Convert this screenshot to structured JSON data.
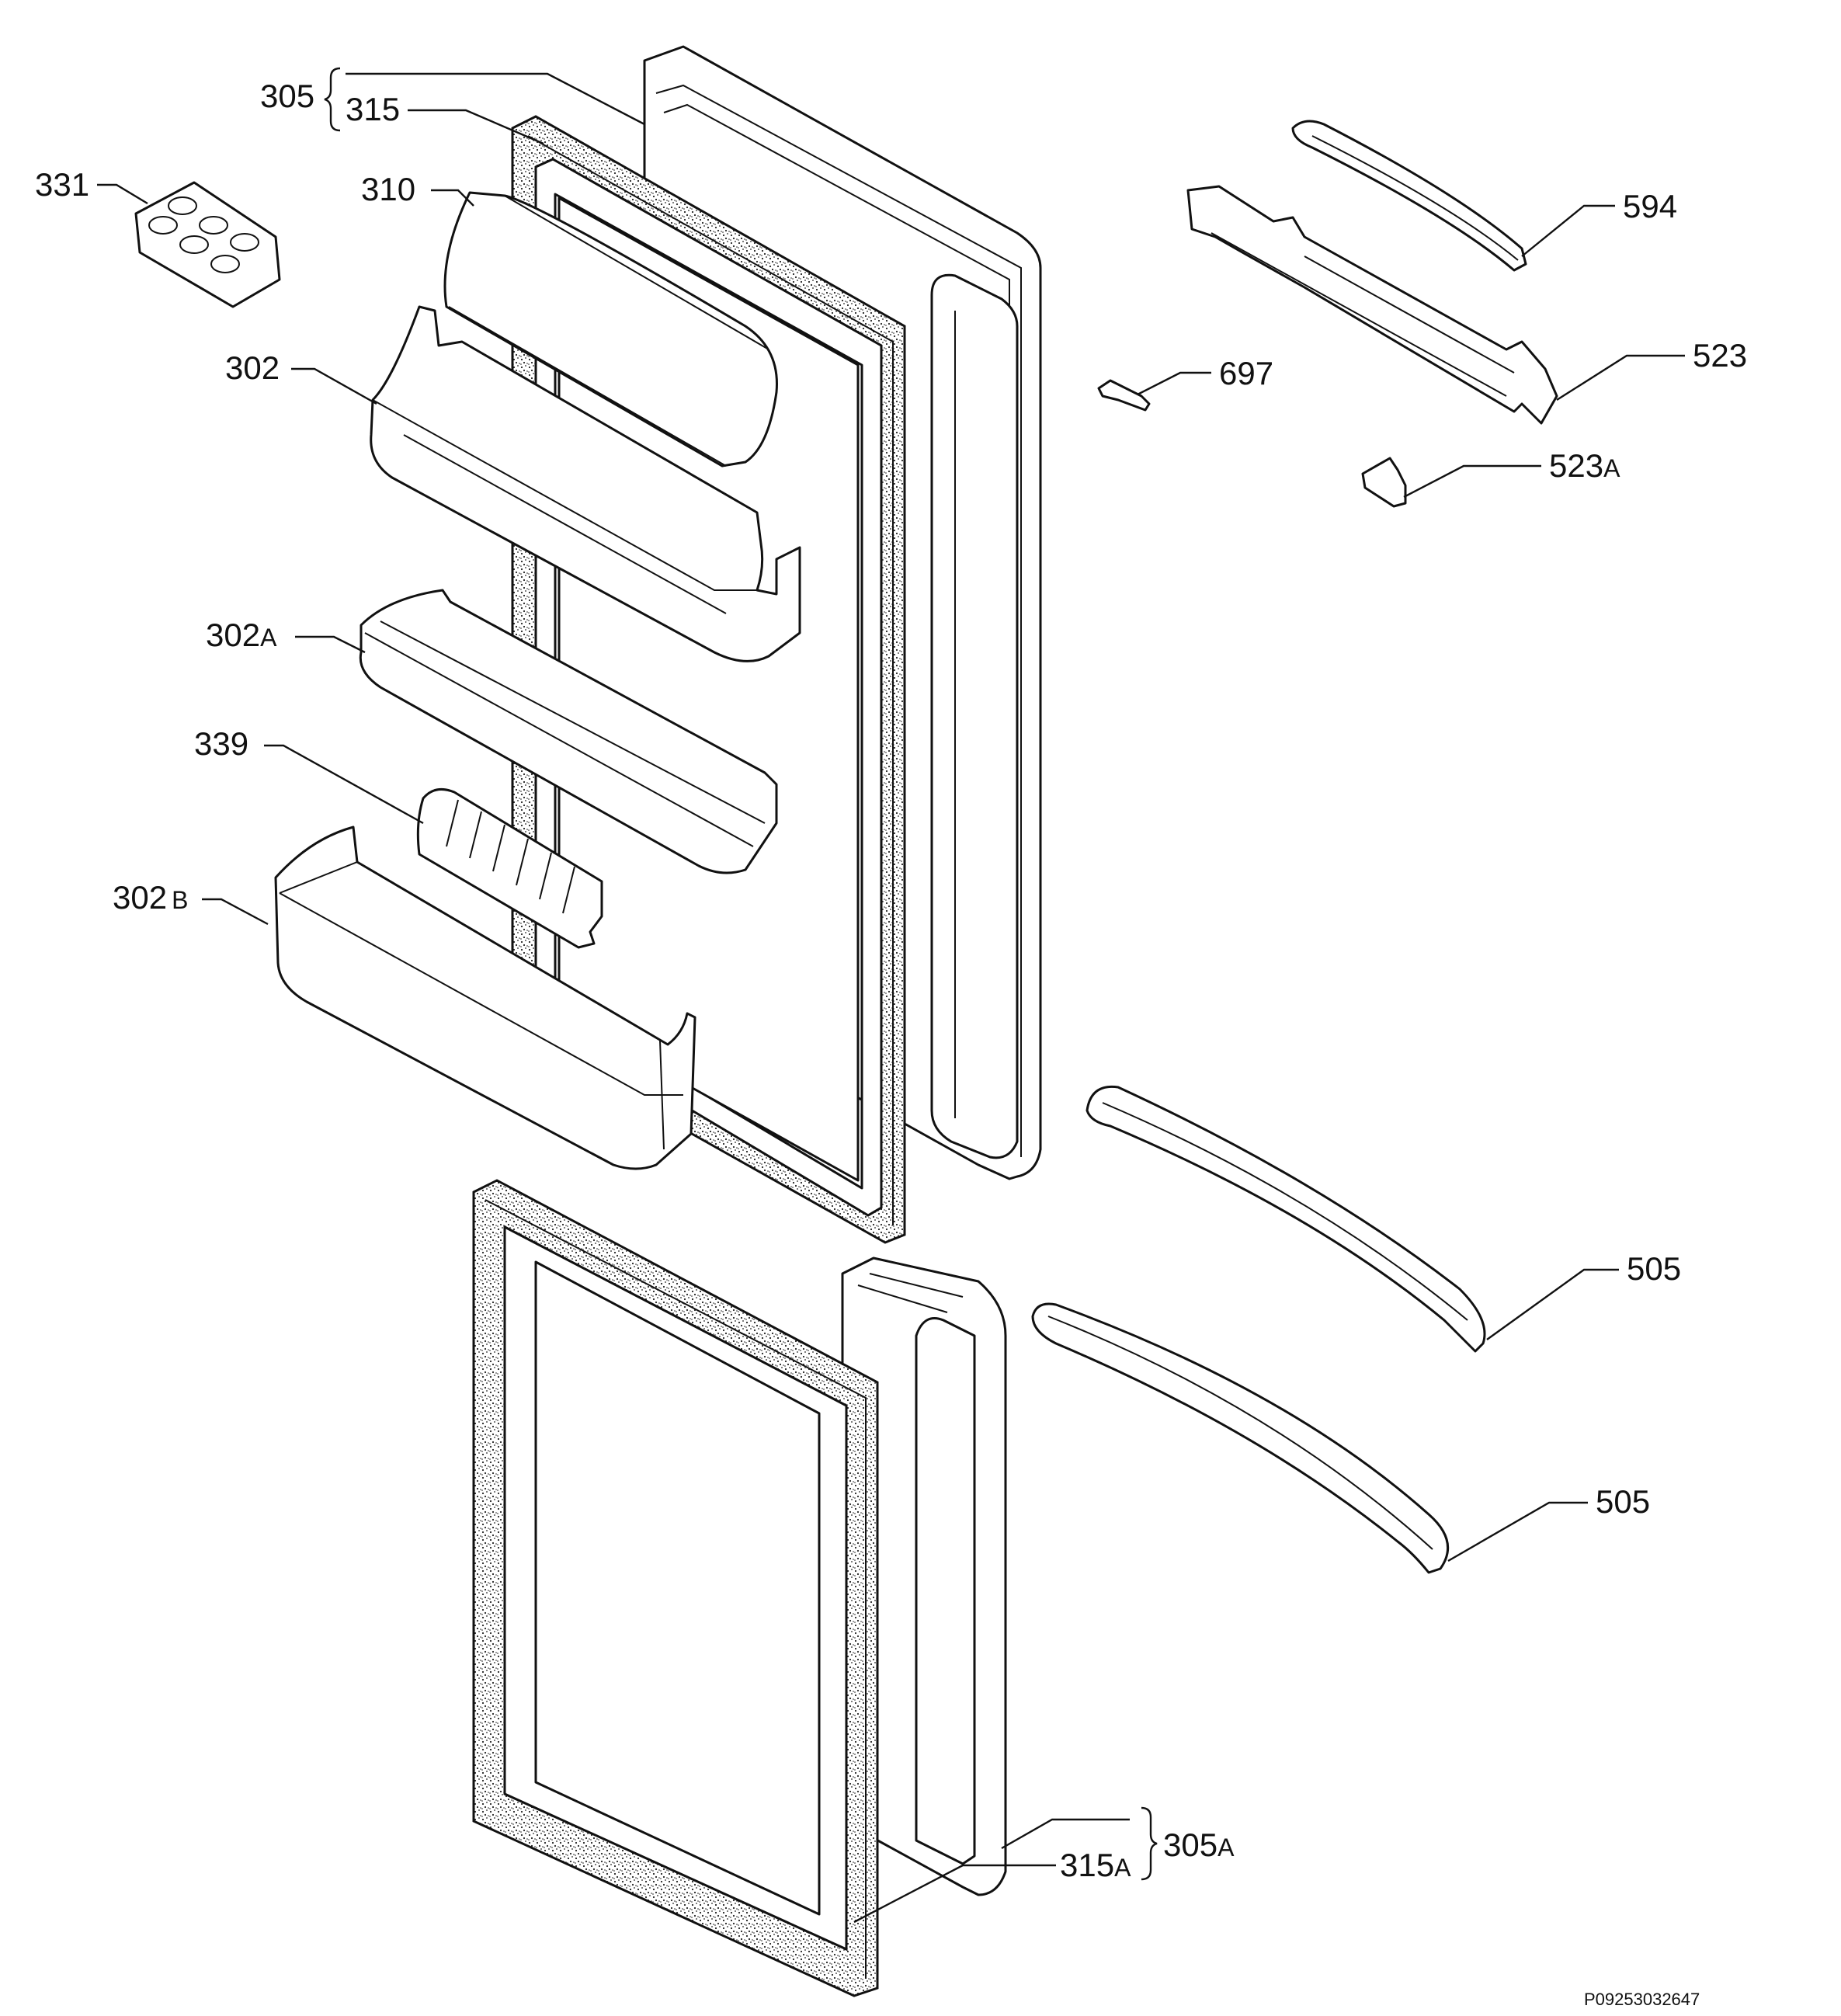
{
  "figure_code": "P09253032647",
  "callouts": {
    "c305": "305",
    "c315": "315",
    "c310": "310",
    "c331": "331",
    "c302": "302",
    "c302a": "302",
    "c302a_sfx": "A",
    "c339": "339",
    "c302b": "302",
    "c302b_sfx": "B",
    "c594": "594",
    "c523": "523",
    "c697": "697",
    "c523a": "523",
    "c523a_sfx": "A",
    "c505_upper": "505",
    "c505_lower": "505",
    "c305a": "305",
    "c305a_sfx": "A",
    "c315a": "315",
    "c315a_sfx": "A"
  }
}
